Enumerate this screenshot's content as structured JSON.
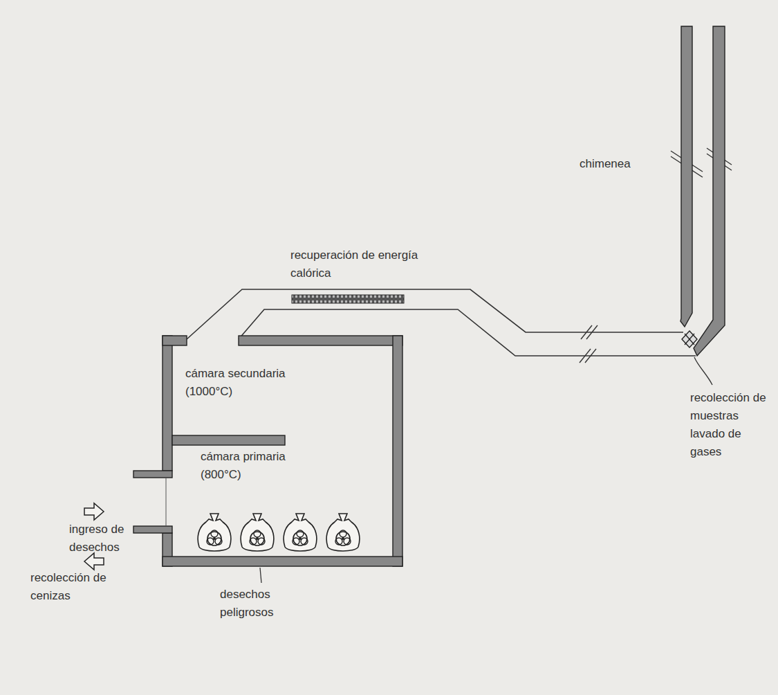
{
  "diagram": {
    "nodes": [
      {
        "text": [
          "cámara secundaria (1000°C)",
          "cámara primaria (800°C)"
        ]
      }
    ],
    "labels": [
      "recuperación de energía calórica",
      "chimenea",
      "recolección de muestras lavado de gases",
      "ingreso de desechos",
      "recolección de cenizas",
      "desechos peligrosos"
    ]
  }
}
